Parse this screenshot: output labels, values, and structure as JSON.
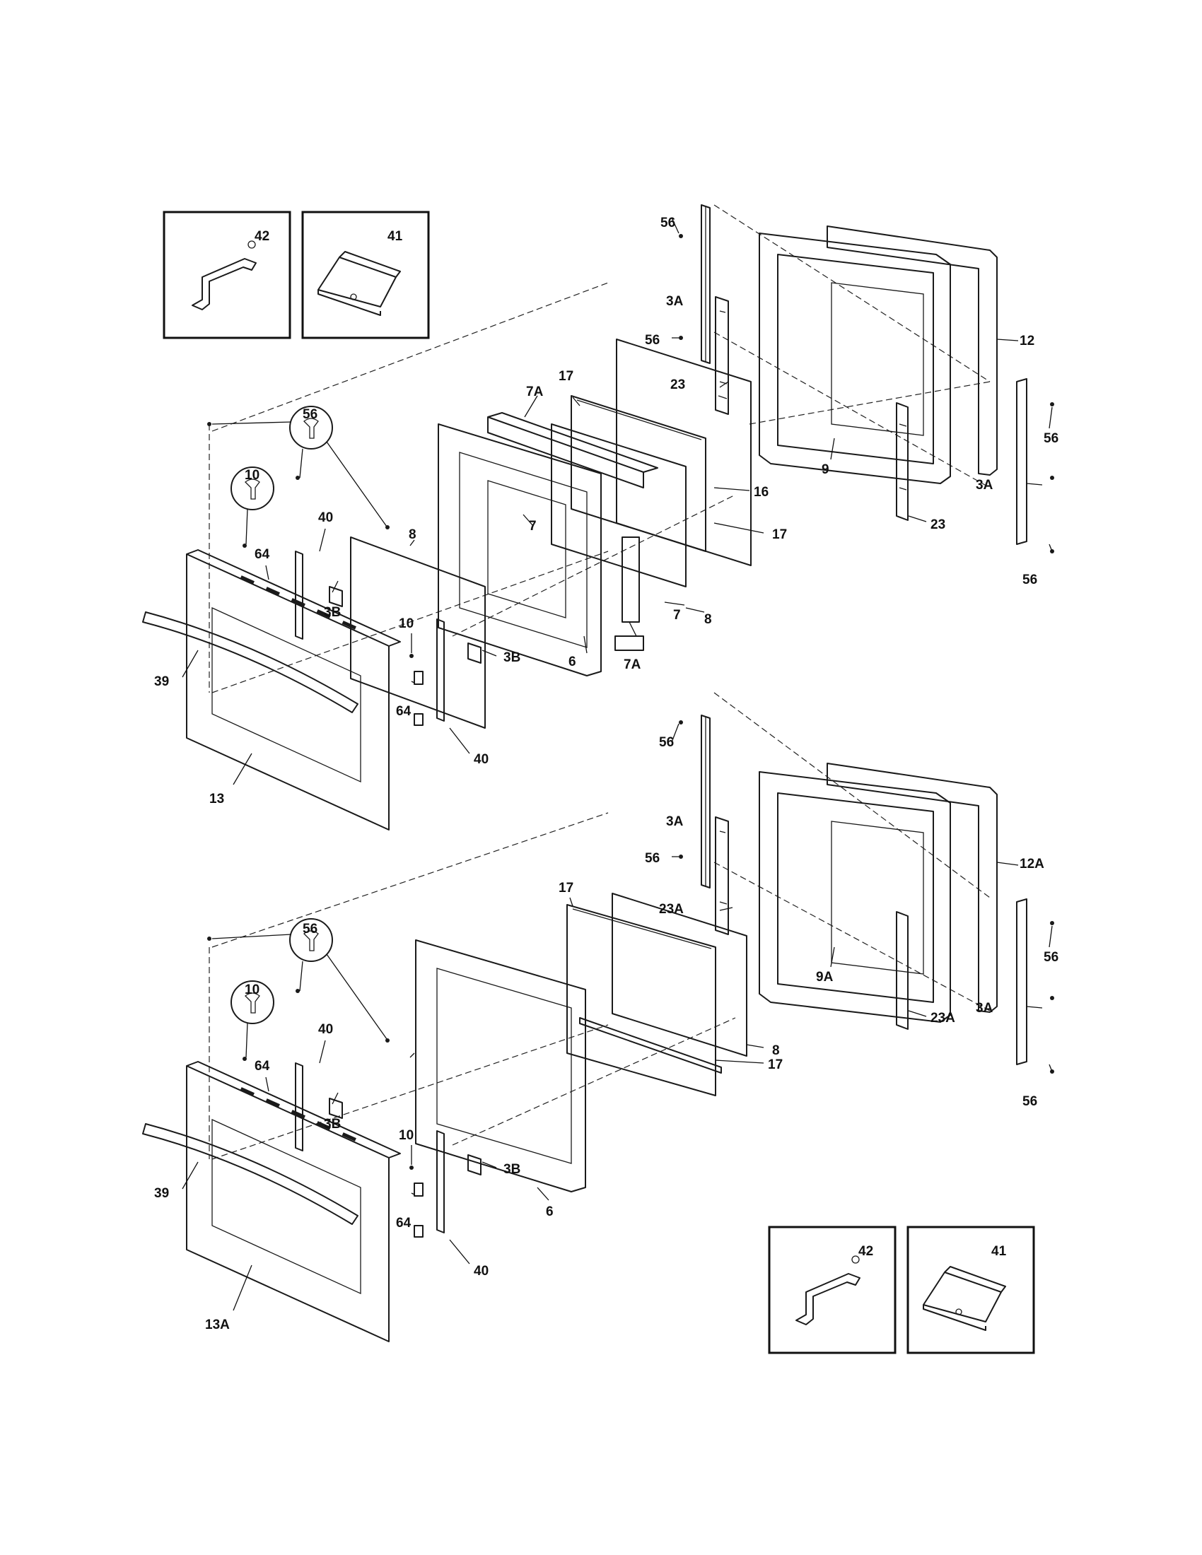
{
  "colors": {
    "ink": "#1a1a1a",
    "background": "#ffffff"
  },
  "inset_boxes": {
    "upper_left": {
      "left": "42",
      "right": "41"
    },
    "lower_right": {
      "left": "42",
      "right": "41"
    }
  },
  "upper_door": {
    "labels": {
      "l56_top": "56",
      "l3a_top": "3A",
      "l56_mid": "56",
      "l12": "12",
      "l23_left": "23",
      "l9": "9",
      "l23_right": "23",
      "l56_right": "56",
      "l3a_right": "3A",
      "l56_br": "56",
      "l16": "16",
      "l17_a": "17",
      "l17_b": "17",
      "l7a_top": "7A",
      "l7_a": "7",
      "l7_b": "7",
      "l8_right": "8",
      "l7a_bot": "7A",
      "l6": "6",
      "l8_left": "8",
      "l56_circle": "56",
      "l10_circle": "10",
      "l40_top": "40",
      "l64_top": "64",
      "l3b_top": "3B",
      "l10_small": "10",
      "l3b_bot": "3B",
      "l39": "39",
      "l64_bot": "64",
      "l40_bot": "40",
      "l13": "13"
    }
  },
  "lower_door": {
    "labels": {
      "l56_top": "56",
      "l3a_top": "3A",
      "l56_mid": "56",
      "l12a": "12A",
      "l23a_left": "23A",
      "l9a": "9A",
      "l23a_right": "23A",
      "l56_right": "56",
      "l3a_right": "3A",
      "l56_br": "56",
      "l17_a": "17",
      "l8": "8",
      "l17_b": "17",
      "l56_circle": "56",
      "l10_circle": "10",
      "l40_top": "40",
      "l64_top": "64",
      "l3b_top": "3B",
      "l10_small": "10",
      "l3b_bot": "3B",
      "l6": "6",
      "l39": "39",
      "l64_bot": "64",
      "l40_bot": "40",
      "l13a": "13A"
    }
  }
}
